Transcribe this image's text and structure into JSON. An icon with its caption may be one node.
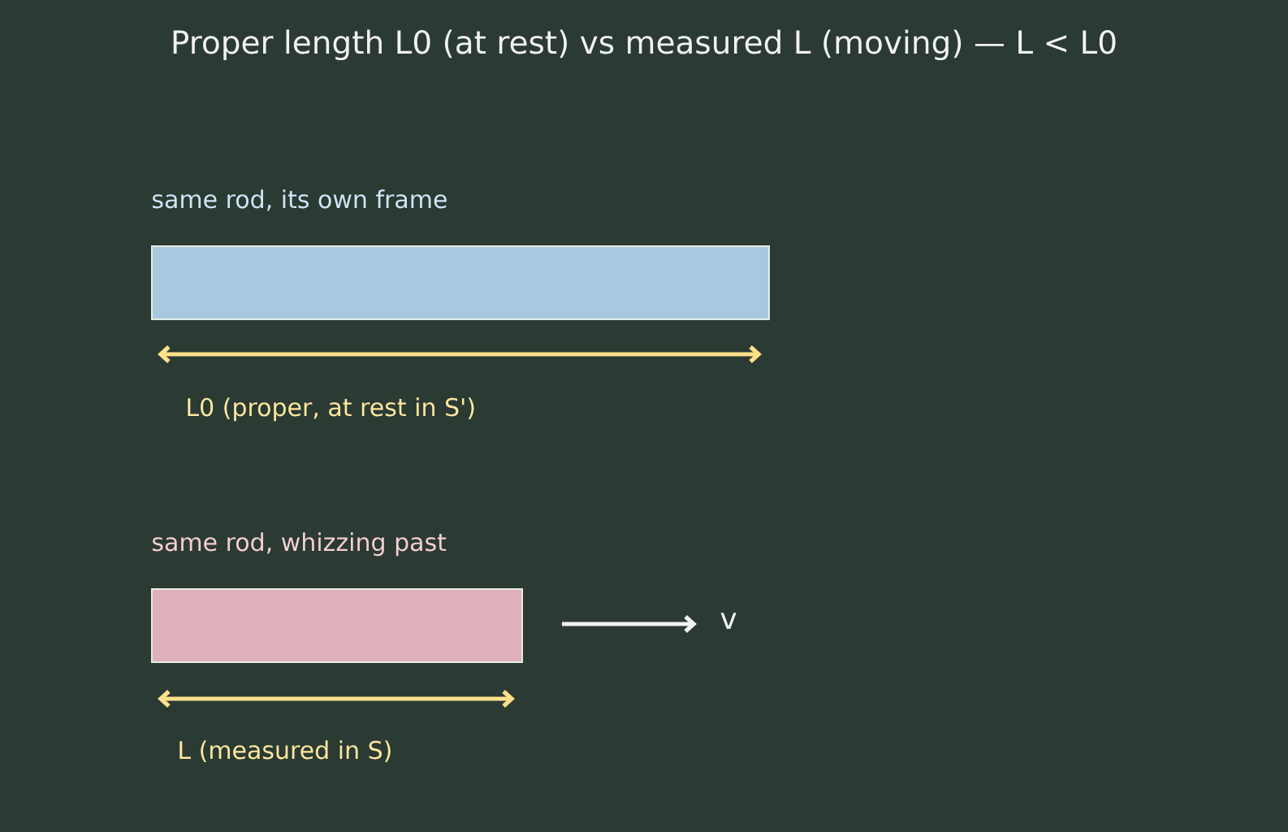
{
  "diagram": {
    "title": "Proper length L0 (at rest) vs measured L (moving) — L < L0",
    "nodes": [
      {
        "text": [
          "same rod, its own frame"
        ]
      },
      {
        "text": [
          "same rod, whizzing past"
        ]
      }
    ],
    "labels": [
      "L0  (proper, at rest in S')",
      "L  (measured in S)",
      "v"
    ]
  }
}
